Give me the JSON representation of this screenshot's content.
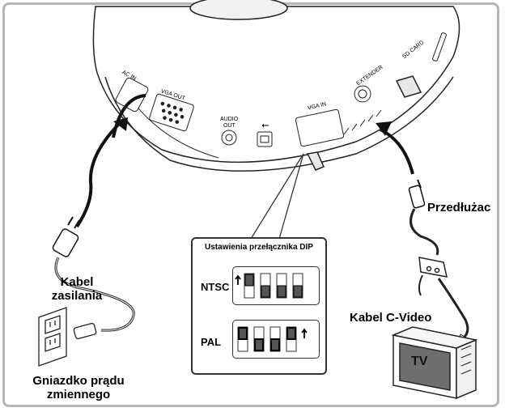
{
  "ports": {
    "ac_in": "AC IN",
    "vga_out": "VGA OUT",
    "audio_out_line1": "AUDIO",
    "audio_out_line2": "OUT",
    "usb_symbol": "⭠",
    "vga_in": "VGA IN",
    "extender": "EXTENDER",
    "sd_card": "SD CARD"
  },
  "labels": {
    "power_cable_line1": "Kabel",
    "power_cable_line2": "zasilania",
    "ac_outlet_line1": "Gniazdko prądu",
    "ac_outlet_line2": "zmiennego",
    "extender_cable": "Przedłużac",
    "cvideo_cable": "Kabel C-Video",
    "tv": "TV"
  },
  "dip": {
    "title": "Ustawienia przełącznika DIP",
    "ntsc": "NTSC",
    "pal": "PAL"
  },
  "colors": {
    "frame": "#b5b5b5",
    "switch_fill": "#555555",
    "tv_screen": "#6e6e6e"
  }
}
